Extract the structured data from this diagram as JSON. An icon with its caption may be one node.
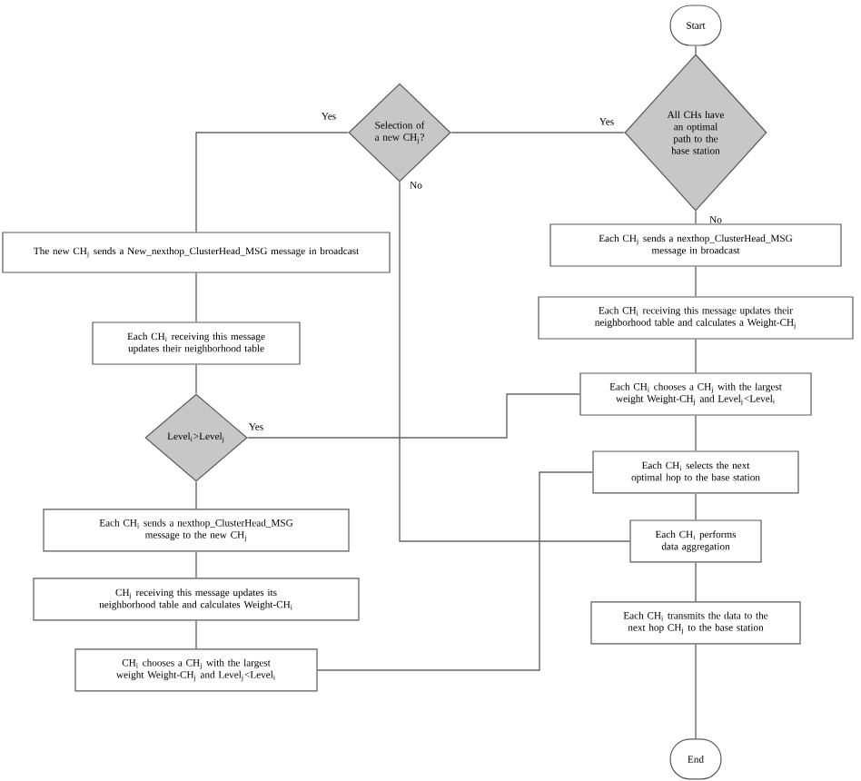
{
  "diagram": {
    "nodes": [
      {
        "text": [
          "Start"
        ]
      },
      {
        "text": [
          "All CHs have an optimal path to the base station"
        ]
      },
      {
        "text": [
          "Selection of a new CH$_{j}$?"
        ]
      },
      {
        "text": [
          "The new CH$_{j}$ sends a New_nexthop_ClusterHead_MSG message in broadcast"
        ]
      },
      {
        "text": [
          "Each CH$_{i}$ receiving this message updates their neighborhood table"
        ]
      },
      {
        "text": [
          "Level$_{i}$>Level$_{j}$"
        ]
      },
      {
        "text": [
          "Each CH$_{i}$ sends a nexthop_ClusterHead_MSG message to the new CH$_{j}$"
        ]
      },
      {
        "text": [
          "CH$_{j}$ receiving this message updates its neighborhood table and calculates Weight-CH$_{i}$"
        ]
      },
      {
        "text": [
          "CH$_{i}$ chooses a CH$_{j}$ with the largest weight Weight-CH$_{j}$ and Level$_{j}$<Level$_{i}$"
        ]
      },
      {
        "text": [
          "Each CH$_{j}$ sends a nexthop_ClusterHead_MSG message in broadcast"
        ]
      },
      {
        "text": [
          "Each CH$_{i}$ receiving this message updates their neighborhood table and calculates a Weight-CH$_{j}$"
        ]
      },
      {
        "text": [
          "Each CH$_{i}$ chooses a CH$_{j}$ with the largest weight Weight-CH$_{j}$ and Level$_{j}$<Level$_{i}$"
        ]
      },
      {
        "text": [
          "Each CH$_{i}$ selects the next optimal hop to the base station"
        ]
      },
      {
        "text": [
          "Each CH$_{i}$ performs data aggregation"
        ]
      },
      {
        "text": [
          "Each CH$_{i}$ transmits the data to the next hop CH$_{j}$ to the base station"
        ]
      },
      {
        "text": [
          "End"
        ]
      }
    ],
    "edges": [
      {
        "from": 0,
        "to": 1,
        "arrow": "none"
      },
      {
        "from": 1,
        "to": 2,
        "arrow": "none",
        "label": "Yes"
      },
      {
        "from": 1,
        "to": 9,
        "arrow": "none",
        "label": "No"
      },
      {
        "from": 2,
        "to": 3,
        "arrow": "none",
        "label": "Yes"
      },
      {
        "from": 2,
        "to": 13,
        "arrow": "none",
        "label": "No"
      },
      {
        "from": 3,
        "to": 4,
        "arrow": "none"
      },
      {
        "from": 4,
        "to": 5,
        "arrow": "none"
      },
      {
        "from": 5,
        "to": 6,
        "arrow": "none"
      },
      {
        "from": 5,
        "to": 11,
        "arrow": "none",
        "label": "Yes"
      },
      {
        "from": 6,
        "to": 7,
        "arrow": "none"
      },
      {
        "from": 7,
        "to": 8,
        "arrow": "none"
      },
      {
        "from": 8,
        "to": 12,
        "arrow": "none"
      },
      {
        "from": 9,
        "to": 10,
        "arrow": "none"
      },
      {
        "from": 10,
        "to": 11,
        "arrow": "none"
      },
      {
        "from": 11,
        "to": 12,
        "arrow": "none"
      },
      {
        "from": 12,
        "to": 13,
        "arrow": "none"
      },
      {
        "from": 13,
        "to": 14,
        "arrow": "none"
      },
      {
        "from": 14,
        "to": 15,
        "arrow": "none"
      }
    ]
  }
}
